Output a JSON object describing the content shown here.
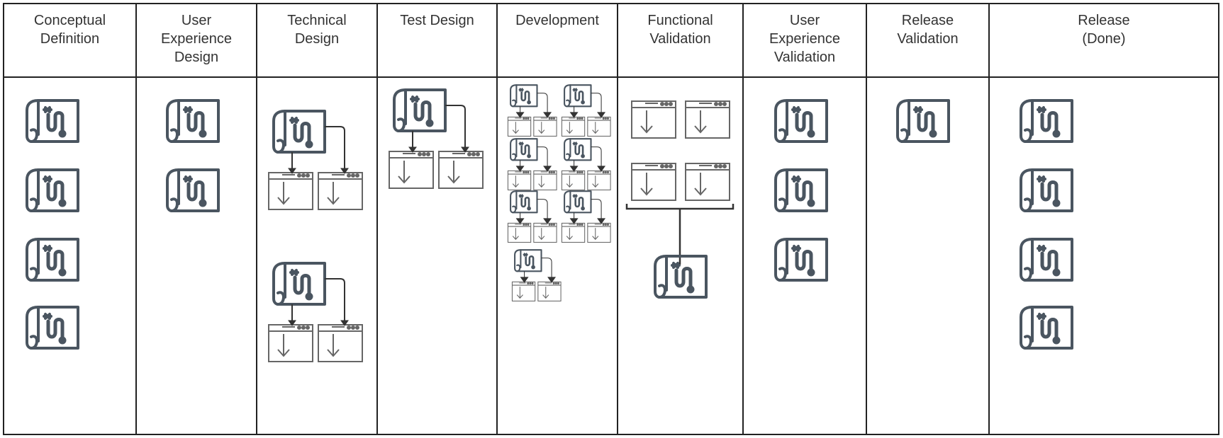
{
  "board": {
    "columns": [
      {
        "id": "conceptual-definition",
        "title": "Conceptual\nDefinition"
      },
      {
        "id": "user-experience-design",
        "title": "User\nExperience\nDesign"
      },
      {
        "id": "technical-design",
        "title": "Technical\nDesign"
      },
      {
        "id": "test-design",
        "title": "Test Design"
      },
      {
        "id": "development",
        "title": "Development"
      },
      {
        "id": "functional-validation",
        "title": "Functional\nValidation"
      },
      {
        "id": "user-experience-validation",
        "title": "User\nExperience\nValidation"
      },
      {
        "id": "release-validation",
        "title": "Release\nValidation"
      },
      {
        "id": "release-done",
        "title": "Release\n(Done)"
      }
    ],
    "icons": {
      "feature": "feature-scroll-icon",
      "test": "test-case-window-icon"
    },
    "colors": {
      "lines": "#222222",
      "feature_icon": "#4a5560",
      "test_icon": "#666666"
    }
  }
}
